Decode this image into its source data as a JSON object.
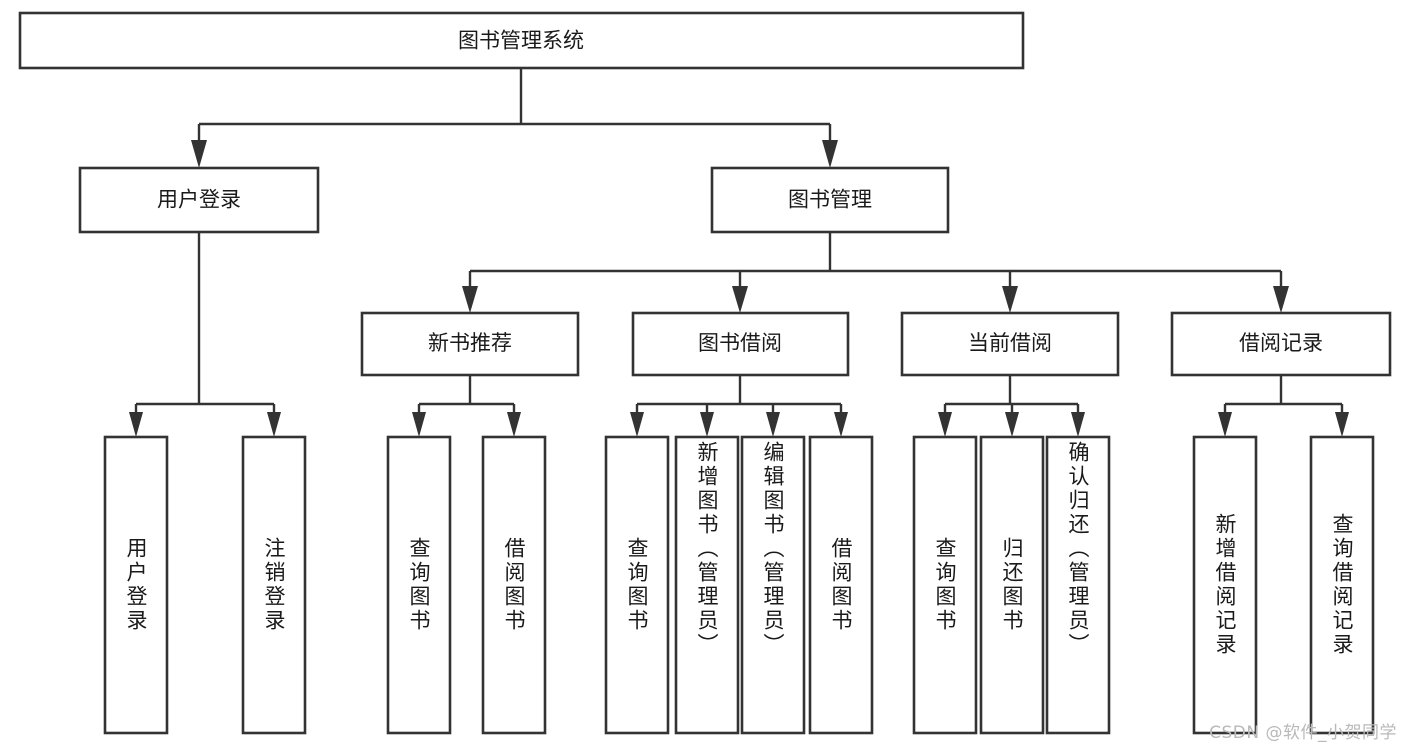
{
  "diagram": {
    "title": "图书管理系统",
    "type": "hierarchy-tree",
    "watermark": "CSDN @软件_小贺同学",
    "colors": {
      "box_stroke": "#333333",
      "box_fill": "#ffffff",
      "text": "#1a1a1a",
      "background": "#ffffff",
      "watermark": "#b9b9b9"
    },
    "nodes": {
      "root": {
        "label": "图书管理系统"
      },
      "level2": [
        {
          "label": "用户登录"
        },
        {
          "label": "图书管理"
        }
      ],
      "level3": [
        {
          "label": "新书推荐"
        },
        {
          "label": "图书借阅"
        },
        {
          "label": "当前借阅"
        },
        {
          "label": "借阅记录"
        }
      ],
      "leaves": {
        "user_login": [
          {
            "label": "用户登录"
          },
          {
            "label": "注销登录"
          }
        ],
        "new_book_recommend": [
          {
            "label": "查询图书"
          },
          {
            "label": "借阅图书"
          }
        ],
        "book_borrow": [
          {
            "label": "查询图书"
          },
          {
            "label": "新增图书（管理员）"
          },
          {
            "label": "编辑图书（管理员）"
          },
          {
            "label": "借阅图书"
          }
        ],
        "current_borrow": [
          {
            "label": "查询图书"
          },
          {
            "label": "归还图书"
          },
          {
            "label": "确认归还（管理员）"
          }
        ],
        "borrow_record": [
          {
            "label": "新增借阅记录"
          },
          {
            "label": "查询借阅记录"
          }
        ]
      }
    }
  }
}
